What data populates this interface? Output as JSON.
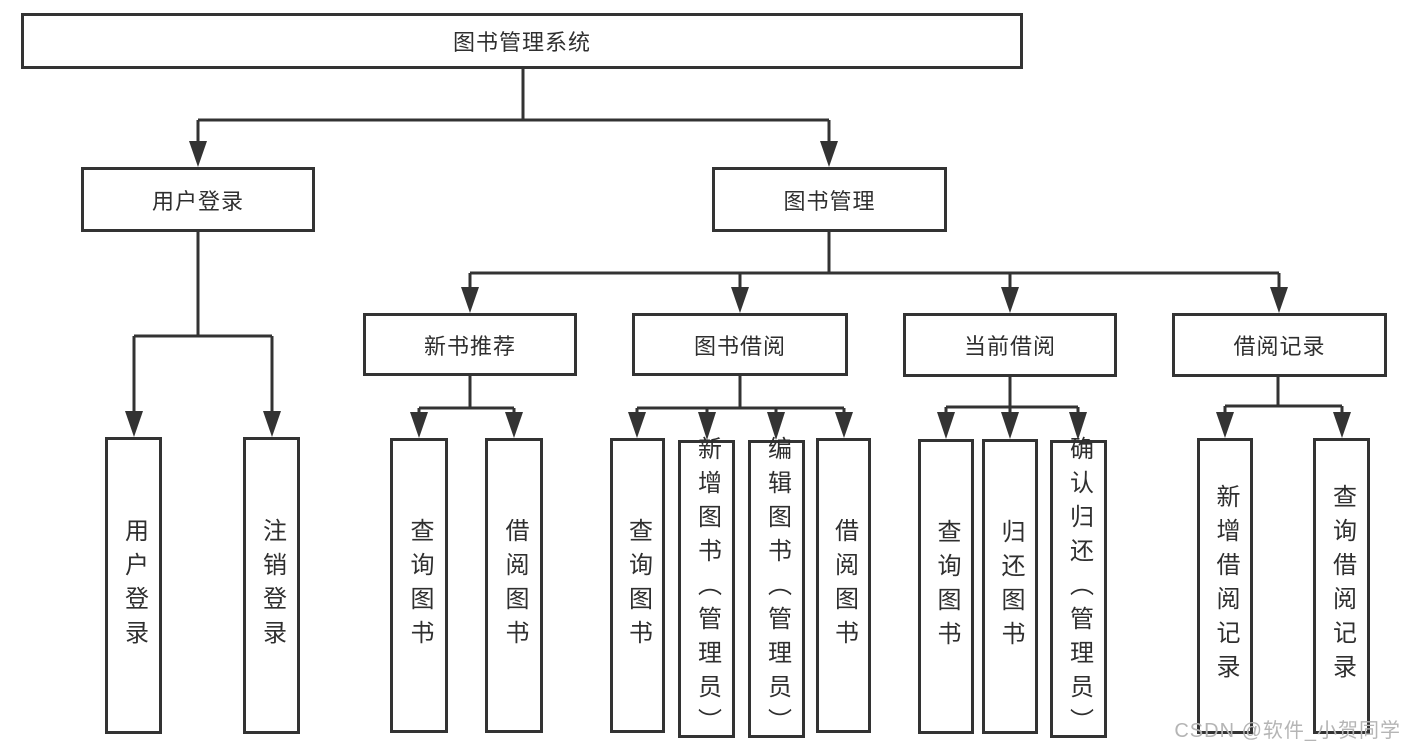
{
  "colors": {
    "line": "#333333",
    "text": "#2f2f2f",
    "watermark": "#b5b5b5",
    "background": "#ffffff"
  },
  "watermark": "CSDN @软件_小贺同学",
  "nodes": {
    "root": "图书管理系统",
    "userLogin": "用户登录",
    "bookMgmt": "图书管理",
    "loginUser": "用户登录",
    "logoutUser": "注销登录",
    "newBooks": "新书推荐",
    "bookBorrow": "图书借阅",
    "currentBorrow": "当前借阅",
    "borrowRecords": "借阅记录",
    "nbQuery": "查询图书",
    "nbBorrow": "借阅图书",
    "bbQuery": "查询图书",
    "bbAdd": "新增图书（管理员）",
    "bbEdit": "编辑图书（管理员）",
    "bbBorrow": "借阅图书",
    "cbQuery": "查询图书",
    "cbReturn": "归还图书",
    "cbConfirm": "确认归还（管理员）",
    "brAdd": "新增借阅记录",
    "brQuery": "查询借阅记录"
  },
  "hierarchy": {
    "root": [
      "userLogin",
      "bookMgmt"
    ],
    "userLogin": [
      "loginUser",
      "logoutUser"
    ],
    "bookMgmt": [
      "newBooks",
      "bookBorrow",
      "currentBorrow",
      "borrowRecords"
    ],
    "newBooks": [
      "nbQuery",
      "nbBorrow"
    ],
    "bookBorrow": [
      "bbQuery",
      "bbAdd",
      "bbEdit",
      "bbBorrow"
    ],
    "currentBorrow": [
      "cbQuery",
      "cbReturn",
      "cbConfirm"
    ],
    "borrowRecords": [
      "brAdd",
      "brQuery"
    ]
  }
}
